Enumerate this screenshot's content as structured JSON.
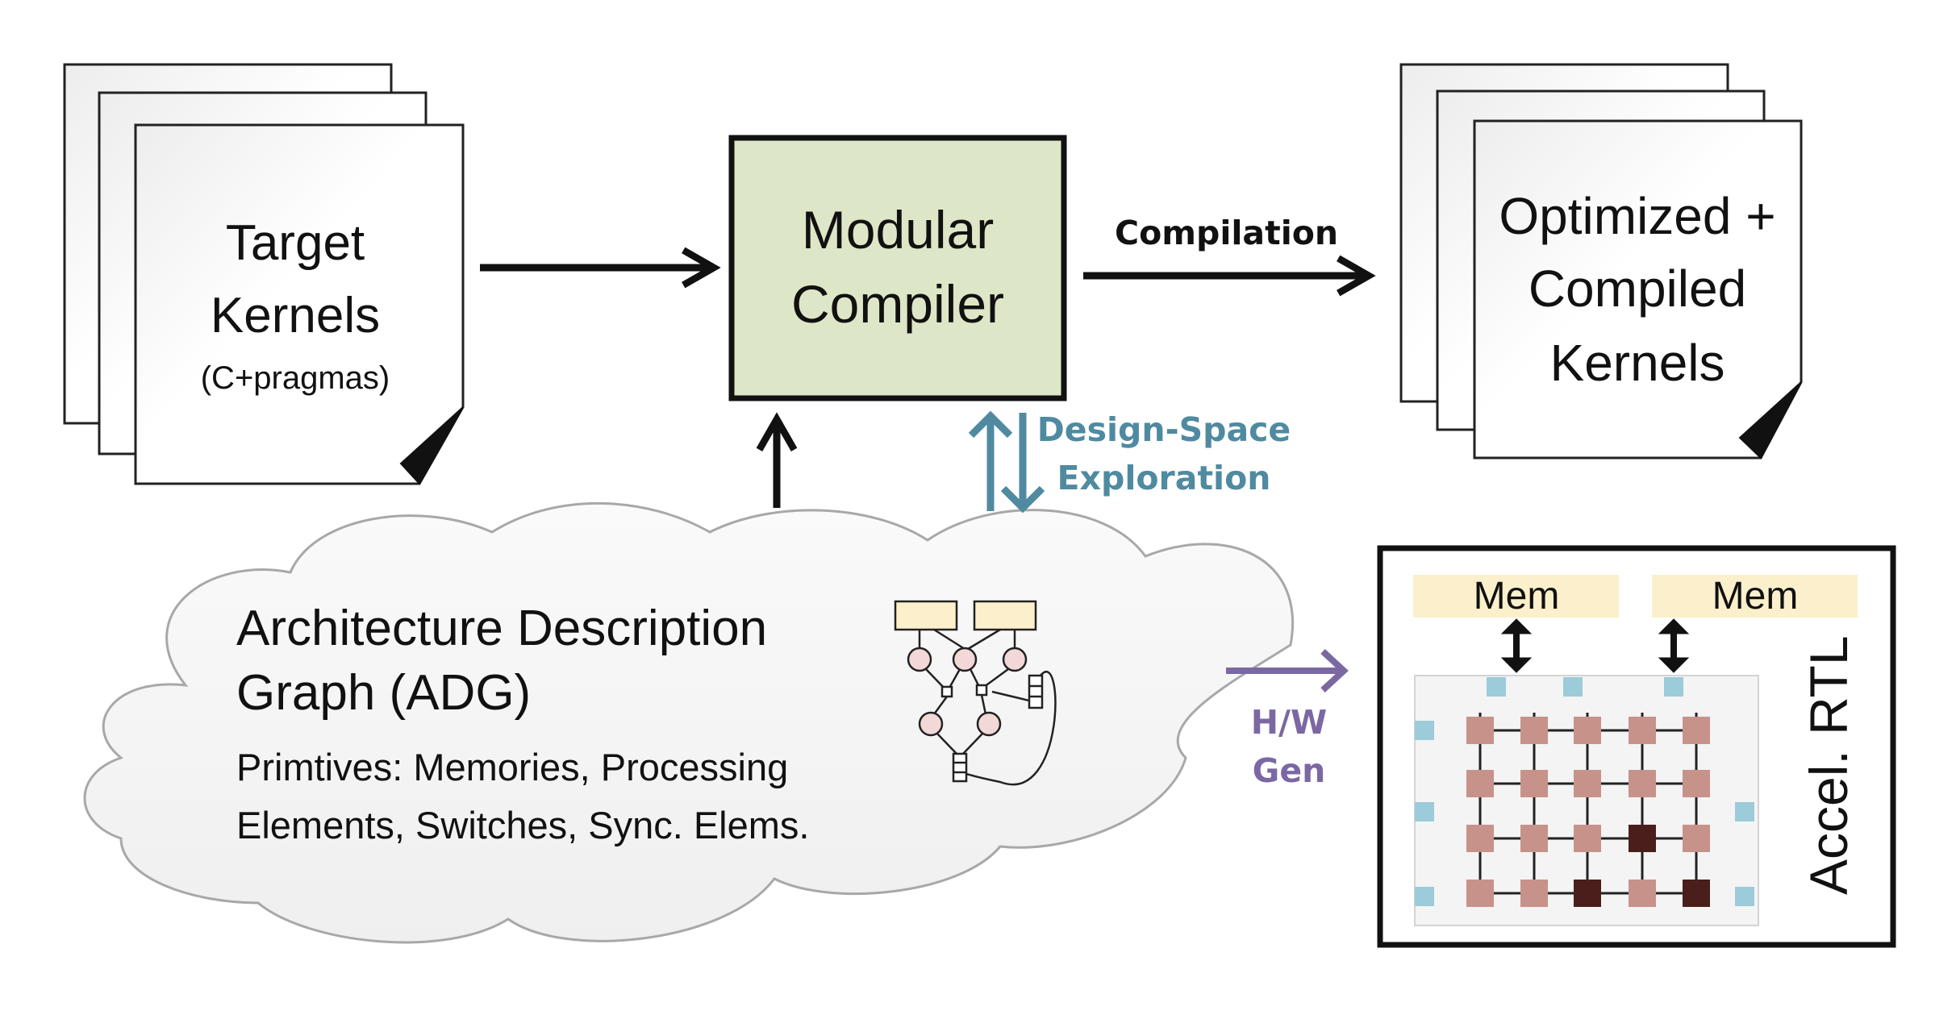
{
  "input_doc": {
    "title_line1": "Target",
    "title_line2": "Kernels",
    "subtitle": "(C+pragmas)"
  },
  "compiler": {
    "line1": "Modular",
    "line2": "Compiler",
    "fill": "#dde7c7"
  },
  "compilation_label": "Compilation",
  "output_doc": {
    "line1": "Optimized +",
    "line2": "Compiled",
    "line3": "Kernels"
  },
  "dse": {
    "line1": "Design-Space",
    "line2": "Exploration",
    "color": "#4f8aa0"
  },
  "adg": {
    "title_line1": "Architecture Description",
    "title_line2": "Graph (ADG)",
    "body_line1": "Primtives: Memories, Processing",
    "body_line2": "Elements, Switches, Sync. Elems."
  },
  "hwgen": {
    "line1": "H/W",
    "line2": "Gen",
    "color": "#7b68a3"
  },
  "accel": {
    "mem_left": "Mem",
    "mem_right": "Mem",
    "label": "Accel. RTL",
    "mem_fill": "#fbf0cb",
    "pe_color": "#c7928a",
    "pe_dark_color": "#4a1f1b",
    "port_color": "#9ccbd9"
  }
}
